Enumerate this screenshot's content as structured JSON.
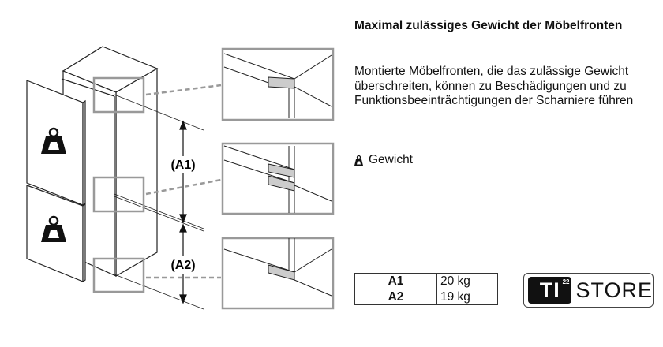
{
  "heading": "Maximal zulässiges Gewicht der Möbelfronten",
  "description": "Montierte Möbelfronten, die das zulässige Gewicht überschreiten, können zu Beschädigungen und zu Funktionsbeeinträchtigungen der Scharniere führen",
  "legend": {
    "icon": "weight-icon",
    "label": "Gewicht"
  },
  "diagram": {
    "dim_a1": "(A1)",
    "dim_a2": "(A2)"
  },
  "table": {
    "rows": [
      {
        "key": "A1",
        "value": "20 kg"
      },
      {
        "key": "A2",
        "value": "19 kg"
      }
    ]
  },
  "logo": {
    "mark": "TI",
    "superscript": "22",
    "text": "STORE"
  }
}
